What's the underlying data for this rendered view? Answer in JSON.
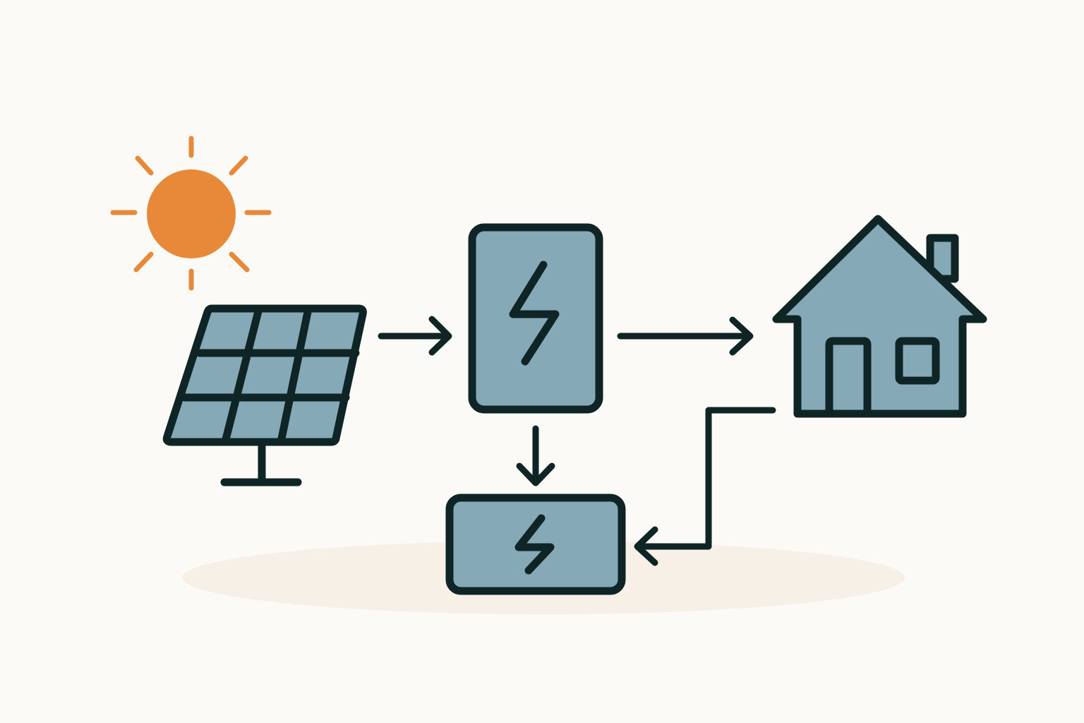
{
  "colors": {
    "background": "#fbfaf6",
    "ground_shadow": "#f6f0e6",
    "sun": "#e8893a",
    "fill": "#86a9b7",
    "outline": "#0f2424"
  },
  "icons": {
    "sun": "sun-icon",
    "solar_panel": "solar-panel-icon",
    "inverter": "inverter-lightning-icon",
    "battery": "battery-lightning-icon",
    "house": "house-icon"
  },
  "flows": [
    {
      "from": "solar-panel",
      "to": "inverter"
    },
    {
      "from": "inverter",
      "to": "house"
    },
    {
      "from": "inverter",
      "to": "battery"
    },
    {
      "from": "house",
      "to": "battery"
    }
  ]
}
